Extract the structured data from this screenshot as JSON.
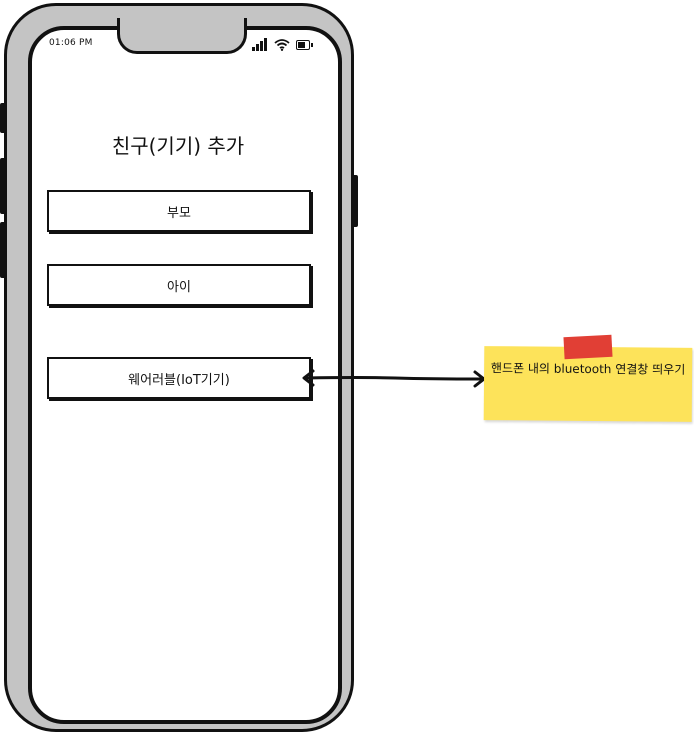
{
  "status_bar": {
    "time": "01:06 PM",
    "icons": [
      "signal-icon",
      "wifi-icon",
      "battery-icon"
    ]
  },
  "screen": {
    "title": "친구(기기) 추가",
    "buttons": [
      {
        "label": "부모"
      },
      {
        "label": "아이"
      },
      {
        "label": "웨어러블(IoT기기)"
      }
    ]
  },
  "annotation": {
    "note_text": "핸드폰 내의 bluetooth 연결창 띄우기",
    "note_color": "#fde35a",
    "tape_color": "#e13f35"
  }
}
